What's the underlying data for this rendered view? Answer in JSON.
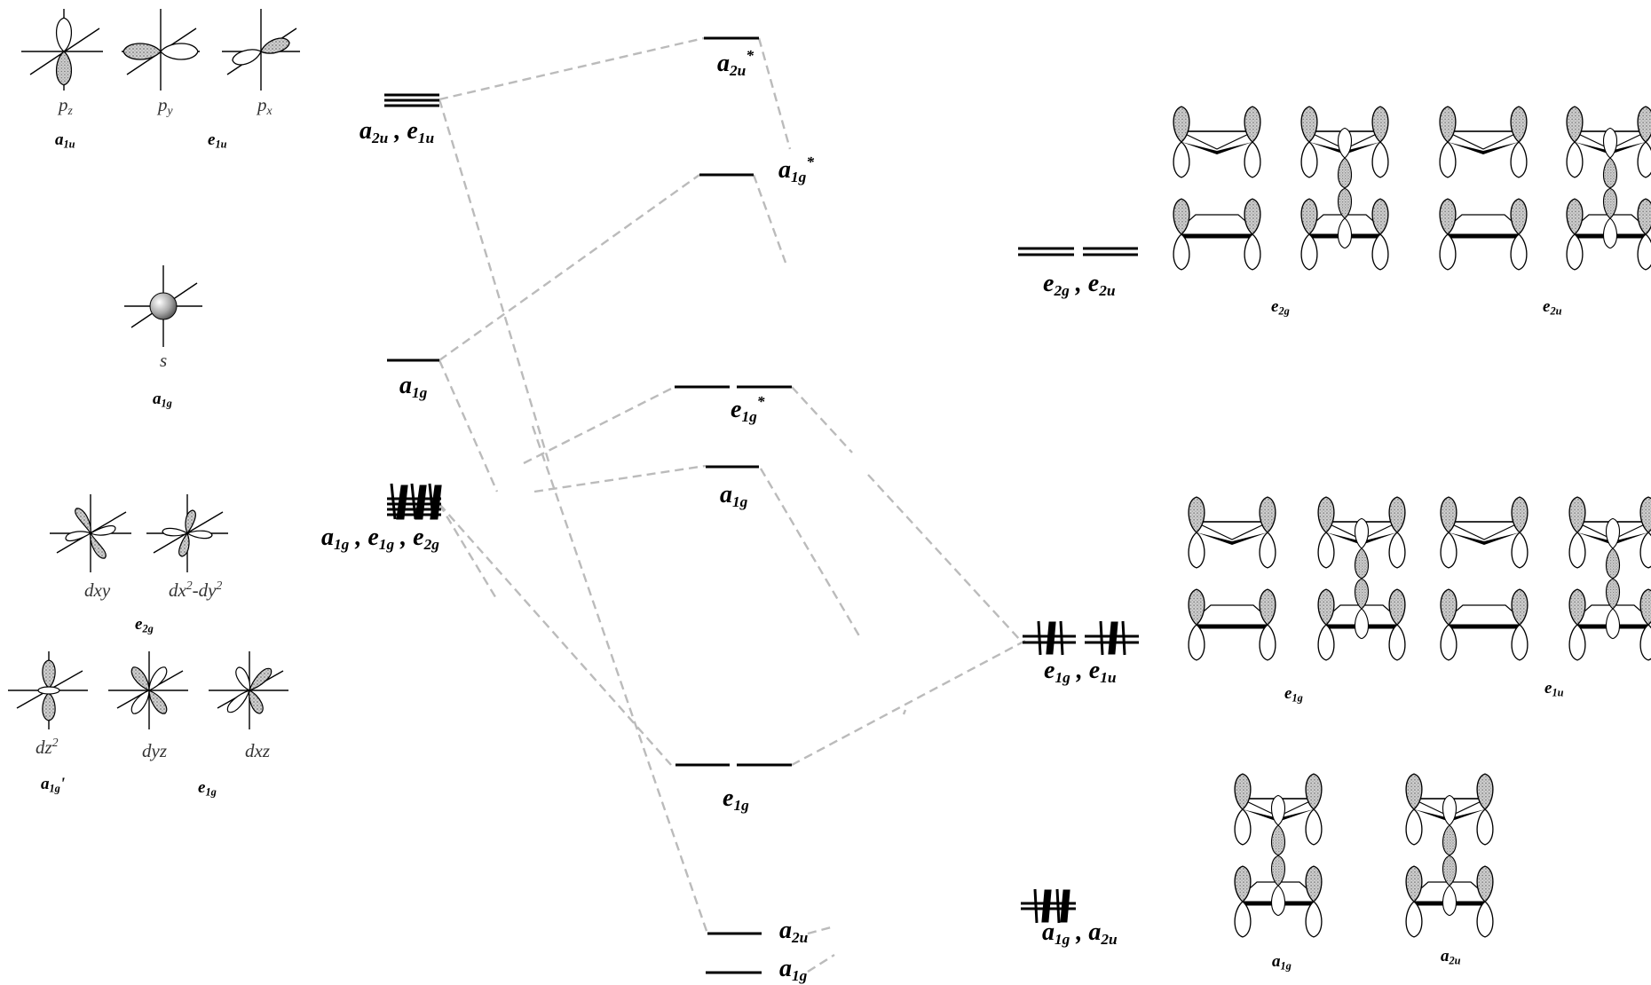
{
  "colors": {
    "line": "#000000",
    "connector": "#bbbbbb",
    "lobe_fill": "#c9c9c9",
    "lobe_dark": "#9a9a9a"
  },
  "atomic_orbitals": {
    "pz": {
      "main": "p",
      "sub": "z"
    },
    "py": {
      "main": "p",
      "sub": "y"
    },
    "px": {
      "main": "p",
      "sub": "x"
    },
    "s": "s",
    "dxy": "dxy",
    "dx2dy2": {
      "a": "dx",
      "sup1": "2",
      "b": "-dy",
      "sup2": "2"
    },
    "dz2": {
      "a": "dz",
      "sup": "2"
    },
    "dyz": "dyz",
    "dxz": "dxz"
  },
  "symmetry": {
    "a1u": {
      "main": "a",
      "sub": "1u"
    },
    "e1u": {
      "main": "e",
      "sub": "1u"
    },
    "a1g": {
      "main": "a",
      "sub": "1g"
    },
    "e2g": {
      "main": "e",
      "sub": "2g"
    },
    "a1g_prime": {
      "main": "a",
      "sub": "1g",
      "suffix": "'"
    },
    "e1g": {
      "main": "e",
      "sub": "1g"
    }
  },
  "metal_levels": {
    "a2u_e1u": {
      "m1": "a",
      "s1": "2u",
      "sep": " , ",
      "m2": "e",
      "s2": "1u"
    },
    "a1g": {
      "m": "a",
      "s": "1g"
    },
    "a1g_e1g_e2g": {
      "m1": "a",
      "s1": "1g",
      "sep1": " , ",
      "m2": "e",
      "s2": "1g",
      "sep2": " , ",
      "m3": "e",
      "s3": "2g"
    }
  },
  "mo_levels": {
    "a2u_star": {
      "m": "a",
      "s": "2u",
      "star": "*"
    },
    "a1g_star": {
      "m": "a",
      "s": "1g",
      "star": "*"
    },
    "e1g_star": {
      "m": "e",
      "s": "1g",
      "star": "*"
    },
    "a1g": {
      "m": "a",
      "s": "1g"
    },
    "e1g": {
      "m": "e",
      "s": "1g"
    },
    "a2u_low": {
      "m": "a",
      "s": "2u"
    },
    "a1g_low": {
      "m": "a",
      "s": "1g"
    }
  },
  "ligand_levels": {
    "e2g_e2u": {
      "m1": "e",
      "s1": "2g",
      "sep": " , ",
      "m2": "e",
      "s2": "2u"
    },
    "e1g_e1u": {
      "m1": "e",
      "s1": "1g",
      "sep": " , ",
      "m2": "e",
      "s2": "1u"
    },
    "a1g_a2u": {
      "m1": "a",
      "s1": "1g",
      "sep": " , ",
      "m2": "a",
      "s2": "2u"
    }
  },
  "salc_labels": {
    "e2g": {
      "m": "e",
      "s": "2g"
    },
    "e2u": {
      "m": "e",
      "s": "2u"
    },
    "e1g": {
      "m": "e",
      "s": "1g"
    },
    "e1u": {
      "m": "e",
      "s": "1u"
    },
    "a1g": {
      "m": "a",
      "s": "1g"
    },
    "a2u": {
      "m": "a",
      "s": "2u"
    }
  }
}
